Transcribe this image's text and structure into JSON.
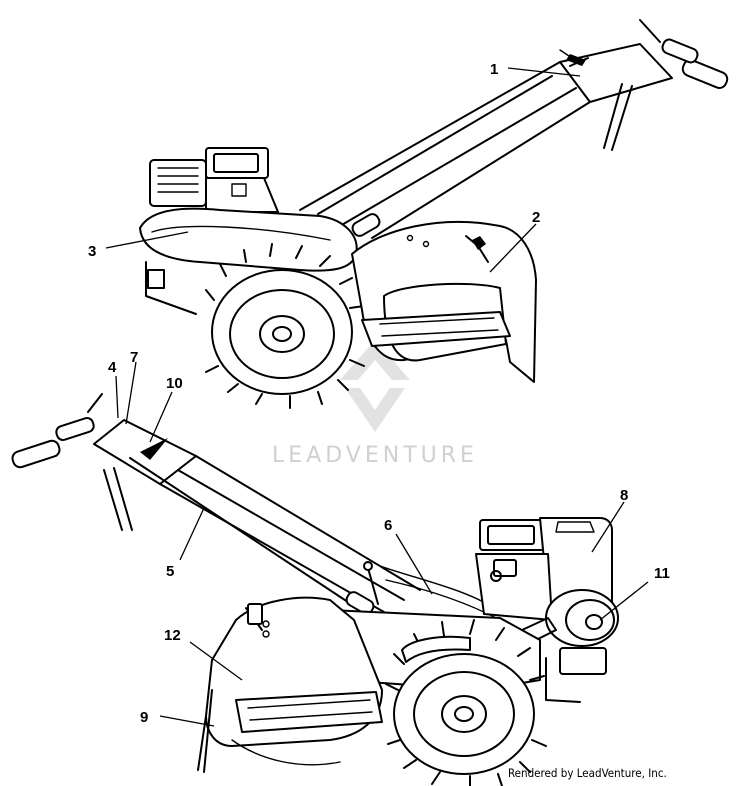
{
  "watermark": {
    "brand": "LEADVENTURE"
  },
  "credit": "Rendered by LeadVenture, Inc.",
  "callouts": [
    {
      "id": "1",
      "label": "1"
    },
    {
      "id": "2",
      "label": "2"
    },
    {
      "id": "3",
      "label": "3"
    },
    {
      "id": "4",
      "label": "4"
    },
    {
      "id": "5",
      "label": "5"
    },
    {
      "id": "6",
      "label": "6"
    },
    {
      "id": "7",
      "label": "7"
    },
    {
      "id": "8",
      "label": "8"
    },
    {
      "id": "9",
      "label": "9"
    },
    {
      "id": "10",
      "label": "10"
    },
    {
      "id": "11",
      "label": "11"
    },
    {
      "id": "12",
      "label": "12"
    }
  ]
}
